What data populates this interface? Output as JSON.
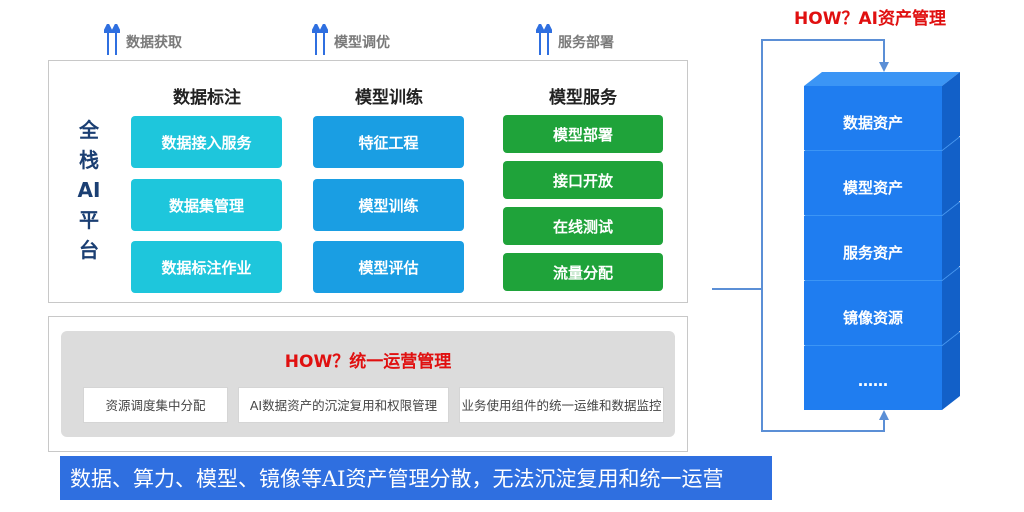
{
  "top_arrows": [
    {
      "label": "数据获取"
    },
    {
      "label": "模型调优"
    },
    {
      "label": "服务部署"
    }
  ],
  "platform": {
    "vertical_title": [
      "全",
      "栈",
      "AI",
      "平",
      "台"
    ],
    "columns": [
      {
        "title": "数据标注",
        "items": [
          "数据接入服务",
          "数据集管理",
          "数据标注作业"
        ],
        "color": "#1ec6dc"
      },
      {
        "title": "模型训练",
        "items": [
          "特征工程",
          "模型训练",
          "模型评估"
        ],
        "color": "#1a9ee3"
      },
      {
        "title": "模型服务",
        "items": [
          "模型部署",
          "接口开放",
          "在线测试",
          "流量分配"
        ],
        "color": "#1fa33a"
      }
    ]
  },
  "ops": {
    "title": "HOW？统一运营管理",
    "items": [
      "资源调度集中分配",
      "AI数据资产的沉淀复用和权限管理",
      "业务使用组件的统一运维和数据监控"
    ]
  },
  "banner": {
    "text": "数据、算力、模型、镜像等AI资产管理分散，无法沉淀复用和统一运营"
  },
  "asset_stack": {
    "title": "HOW？AI资产管理",
    "layers": [
      "数据资产",
      "模型资产",
      "服务资产",
      "镜像资源",
      "……"
    ],
    "front_color": "#1f7df0",
    "top_color": "#3b95f5",
    "side_color": "#1260c8"
  }
}
